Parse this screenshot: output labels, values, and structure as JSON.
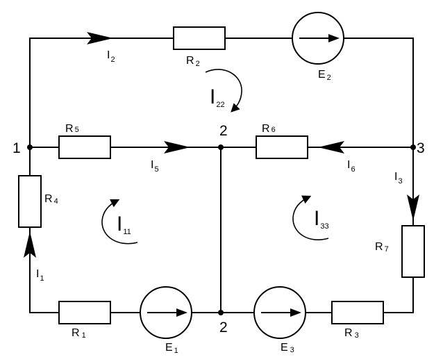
{
  "nodes": {
    "n1": "1",
    "n2_top": "2",
    "n2_bottom": "2",
    "n3": "3"
  },
  "resistors": {
    "r1": {
      "main": "R",
      "sub": "1"
    },
    "r2": {
      "main": "R",
      "sub": "2"
    },
    "r3": {
      "main": "R",
      "sub": "3"
    },
    "r4": {
      "main": "R",
      "sub": "4"
    },
    "r5": {
      "main": "R",
      "sub": "5"
    },
    "r6": {
      "main": "R",
      "sub": "6"
    },
    "r7": {
      "main": "R",
      "sub": "7"
    }
  },
  "sources": {
    "e1": {
      "main": "E",
      "sub": "1"
    },
    "e2": {
      "main": "E",
      "sub": "2"
    },
    "e3": {
      "main": "E",
      "sub": "3"
    }
  },
  "currents": {
    "i1": {
      "main": "I",
      "sub": "1"
    },
    "i2": {
      "main": "I",
      "sub": "2"
    },
    "i3": {
      "main": "I",
      "sub": "3"
    },
    "i5": {
      "main": "I",
      "sub": "5"
    },
    "i6": {
      "main": "I",
      "sub": "6"
    }
  },
  "loop_currents": {
    "i11": {
      "main": "I",
      "sub": "11"
    },
    "i22": {
      "main": "I",
      "sub": "22"
    },
    "i33": {
      "main": "I",
      "sub": "33"
    }
  }
}
